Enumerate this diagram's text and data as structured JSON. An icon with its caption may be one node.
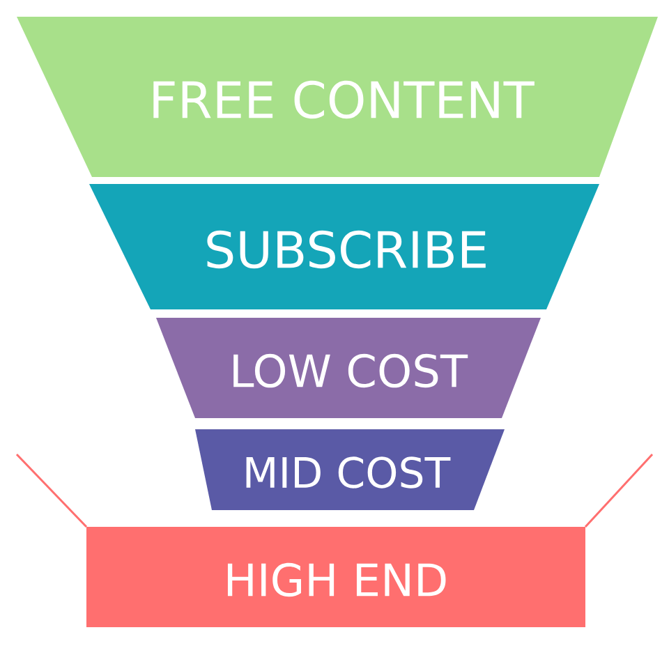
{
  "diagram": {
    "nodes": [
      {
        "text": [
          "FREE CONTENT"
        ]
      },
      {
        "text": [
          "SUBSCRIBE"
        ]
      },
      {
        "text": [
          "LOW COST"
        ]
      },
      {
        "text": [
          "MID COST"
        ]
      },
      {
        "text": [
          "HIGH END"
        ]
      }
    ]
  }
}
